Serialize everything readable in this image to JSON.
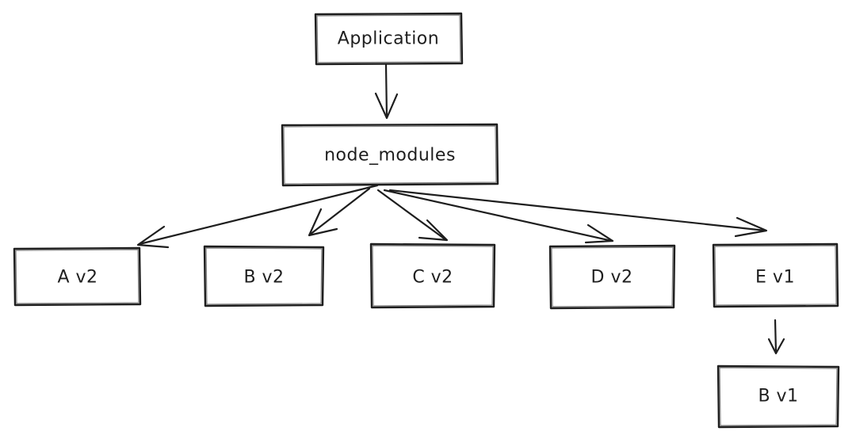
{
  "diagram": {
    "nodes": {
      "application": "Application",
      "node_modules": "node_modules",
      "a_v2": "A v2",
      "b_v2": "B v2",
      "c_v2": "C v2",
      "d_v2": "D v2",
      "e_v1": "E v1",
      "b_v1": "B v1"
    },
    "edges": [
      {
        "from": "Application",
        "to": "node_modules"
      },
      {
        "from": "node_modules",
        "to": "A v2"
      },
      {
        "from": "node_modules",
        "to": "B v2"
      },
      {
        "from": "node_modules",
        "to": "C v2"
      },
      {
        "from": "node_modules",
        "to": "D v2"
      },
      {
        "from": "node_modules",
        "to": "E v1"
      },
      {
        "from": "E v1",
        "to": "B v1"
      }
    ]
  }
}
